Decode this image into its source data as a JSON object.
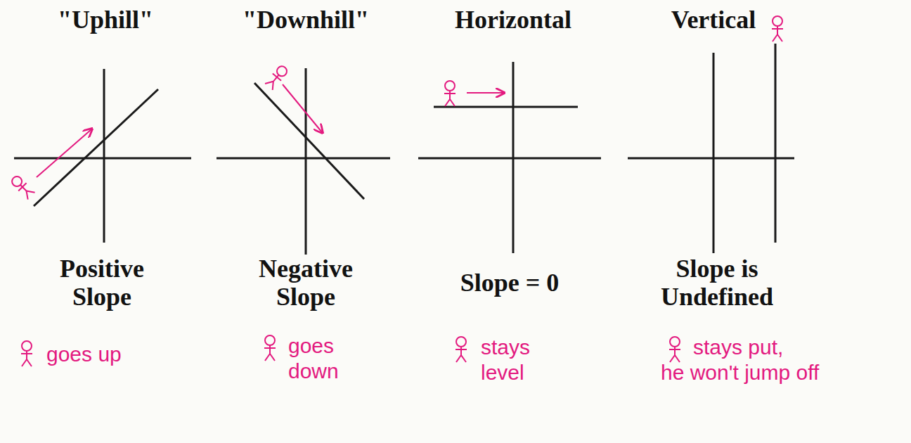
{
  "diagram": {
    "labels": [
      "\"Uphill\"",
      "\"Downhill\"",
      "Horizontal",
      "Vertical",
      "Positive Slope",
      "Negative Slope",
      "Slope = 0",
      "Slope is Undefined",
      "goes up",
      "goes down",
      "stays level",
      "stays put, he won't jump off"
    ]
  }
}
